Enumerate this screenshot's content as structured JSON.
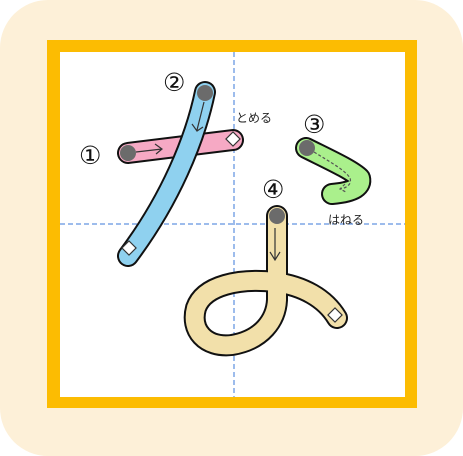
{
  "stroke_numbers": [
    "①",
    "②",
    "③",
    "④"
  ],
  "annotations": {
    "tomeru": "とめる",
    "haneru": "はねる"
  },
  "colors": {
    "card_background": "#fdf0d8",
    "frame": "#fcbc02",
    "stroke_1": "#f6a9c4",
    "stroke_2": "#8fd1ef",
    "stroke_3": "#aaf08c",
    "stroke_4": "#f2e0aa",
    "guide_line": "#3b78d8",
    "start_dot": "#6b6b6b"
  },
  "icons": [
    "start-dot-icon",
    "end-diamond-icon",
    "direction-arrow-icon"
  ]
}
